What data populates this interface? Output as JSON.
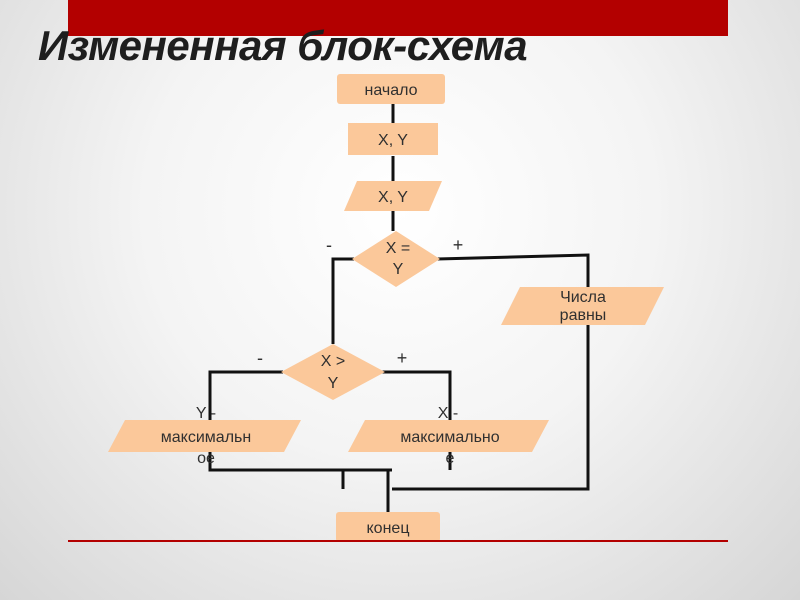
{
  "title": "Измененная блок-схема",
  "colors": {
    "accent": "#b30000",
    "block": "#fbc89a",
    "connector": "#111111",
    "text": "#303030"
  },
  "blocks": {
    "start": "начало",
    "declare": "X, Y",
    "input": "X, Y",
    "cond_eq": {
      "line1": "X =",
      "line2": "Y"
    },
    "equal_out": {
      "line1": "Числа",
      "line2": "равны"
    },
    "cond_gt": {
      "line1": "X >",
      "line2": "Y"
    },
    "y_out": {
      "line1": "Y -",
      "line2": "максимальн",
      "line3": "ое"
    },
    "x_out": {
      "line1": "X -",
      "line2": "максимально",
      "line3": "е"
    },
    "end": "конец"
  },
  "branches": {
    "eq_no": "-",
    "eq_yes": "+",
    "gt_no": "-",
    "gt_yes": "+"
  }
}
